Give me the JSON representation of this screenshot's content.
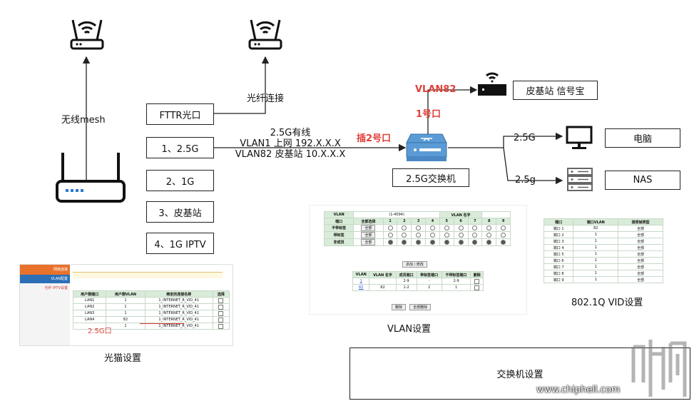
{
  "nodes": {
    "router_wireless_mesh_label": "无线mesh",
    "fiber_connection_label": "光纤连接",
    "fttr_port": "FTTR光口",
    "ports": [
      "1、2.5G",
      "2、1G",
      "3、皮基站",
      "4、1G IPTV"
    ],
    "uplink_lines": [
      "2.5G有线",
      "VLAN1 上网 192.X.X.X",
      "VLAN82 皮基站 10.X.X.X"
    ],
    "plug_port_label": "插2号口",
    "switch_label": "2.5G交换机",
    "port1_label": "1号口",
    "vlan82_label": "VLAN82",
    "femtocell_box": "皮基站 信号宝",
    "pc_speed": "2.5G",
    "pc_box": "电脑",
    "nas_speed": "2.5g",
    "nas_box": "NAS"
  },
  "captions": {
    "onu_settings": "光猫设置",
    "vlan_settings": "VLAN设置",
    "vid_settings": "802.1Q VID设置",
    "switch_settings": "交换机设置",
    "watermark": "www.chiphell.com"
  },
  "onu_panel": {
    "sidebar": [
      "网络连接",
      "VLAN配置",
      "光纤 IPTV设置"
    ],
    "header_cols": [
      "用户侧端口",
      "用户侧VLAN",
      "绑定的连接名称",
      "选择"
    ],
    "rows": [
      [
        "LAN1",
        "1",
        "1_INTERNET_R_VID_41"
      ],
      [
        "LAN2",
        "1",
        "1_INTERNET_R_VID_41"
      ],
      [
        "LAN3",
        "1",
        "1_INTERNET_R_VID_41"
      ],
      [
        "LAN4",
        "82",
        "1_INTERNET_R_VID_41"
      ],
      [
        "",
        "1",
        "1_INTERNET_R_VID_41"
      ]
    ],
    "annotation": "2.5G口"
  },
  "vlan_panel": {
    "vlan_label": "VLAN",
    "range": "(1-4094)",
    "name_label": "VLAN 名字",
    "row_labels": [
      "端口",
      "不带标签",
      "带标签",
      "非成员"
    ],
    "all_select": "全部选择",
    "all": "全部",
    "port_numbers": [
      "1",
      "2",
      "3",
      "4",
      "5",
      "6",
      "7",
      "8",
      "9"
    ],
    "add_button": "添加 / 修改",
    "list_headers": [
      "VLAN",
      "VLAN 名字",
      "成员端口",
      "带标签端口",
      "不带标签端口",
      "删除"
    ],
    "list_rows": [
      [
        "1",
        "",
        "2-9",
        "-",
        "2-9"
      ],
      [
        "82",
        "82",
        "1-2",
        "2",
        "1"
      ]
    ],
    "delete_button": "删除",
    "delete_all_button": "全部删除"
  },
  "vid_panel": {
    "headers": [
      "端口",
      "端口VLAN",
      "接受帧类型"
    ],
    "rows": [
      [
        "端口 1",
        "82",
        "全部"
      ],
      [
        "端口 2",
        "1",
        "全部"
      ],
      [
        "端口 3",
        "1",
        "全部"
      ],
      [
        "端口 4",
        "1",
        "全部"
      ],
      [
        "端口 5",
        "1",
        "全部"
      ],
      [
        "端口 6",
        "1",
        "全部"
      ],
      [
        "端口 7",
        "1",
        "全部"
      ],
      [
        "端口 8",
        "1",
        "全部"
      ],
      [
        "端口 9",
        "1",
        "全部"
      ]
    ]
  },
  "colors": {
    "accent_red": "#e0403a",
    "switch_blue": "#5b9bd5",
    "table_green": "#d9ecd9"
  }
}
